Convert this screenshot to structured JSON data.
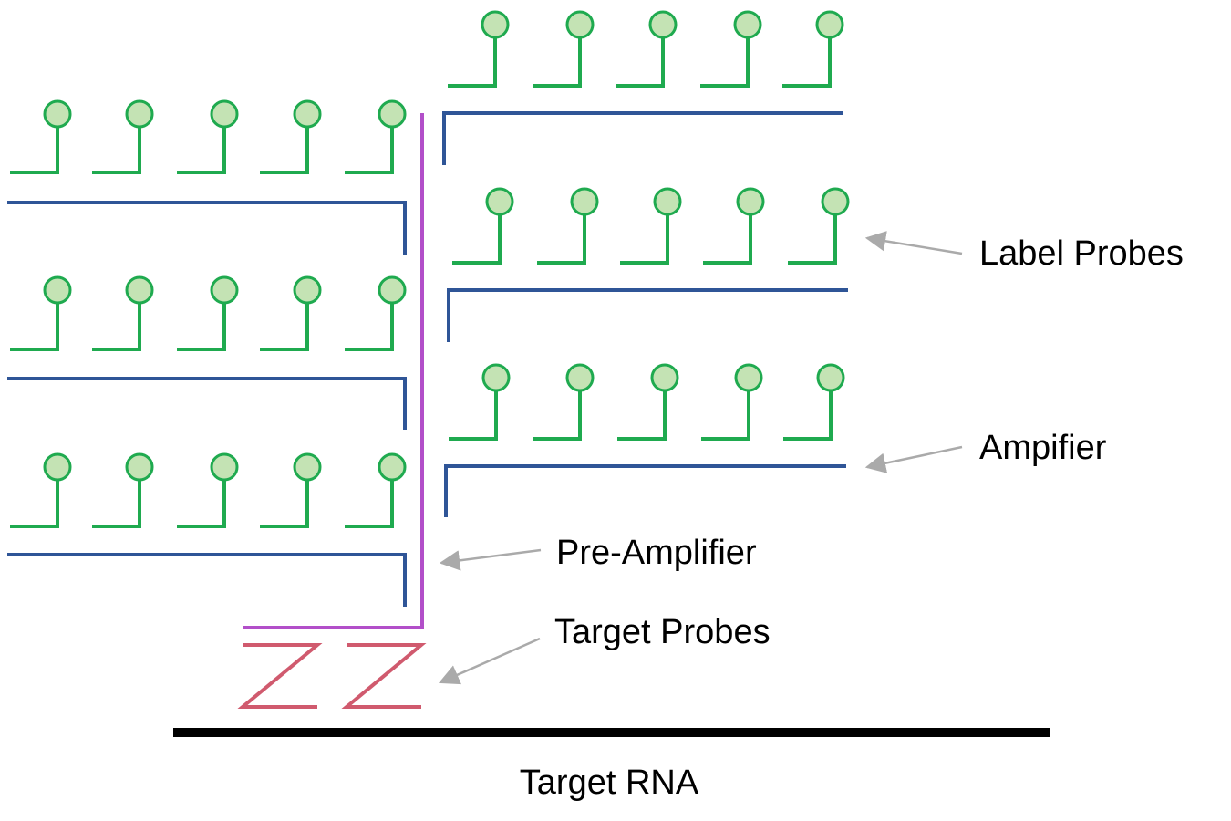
{
  "labels": {
    "label_probes": "Label Probes",
    "amplifier": "Ampifier",
    "pre_amplifier": "Pre-Amplifier",
    "target_probes": "Target Probes",
    "target_rna": "Target RNA"
  },
  "colors": {
    "label_probe_stroke": "#1faa4f",
    "label_probe_fill": "#c4e3b4",
    "amplifier": "#2f5597",
    "pre_amplifier": "#b24fc9",
    "target_probe": "#d05a6e",
    "target_rna": "#000000",
    "arrow": "#aaaaaa"
  },
  "icons": {
    "label_probe": "lollipop-probe-icon",
    "target_probe": "z-probe-icon"
  }
}
